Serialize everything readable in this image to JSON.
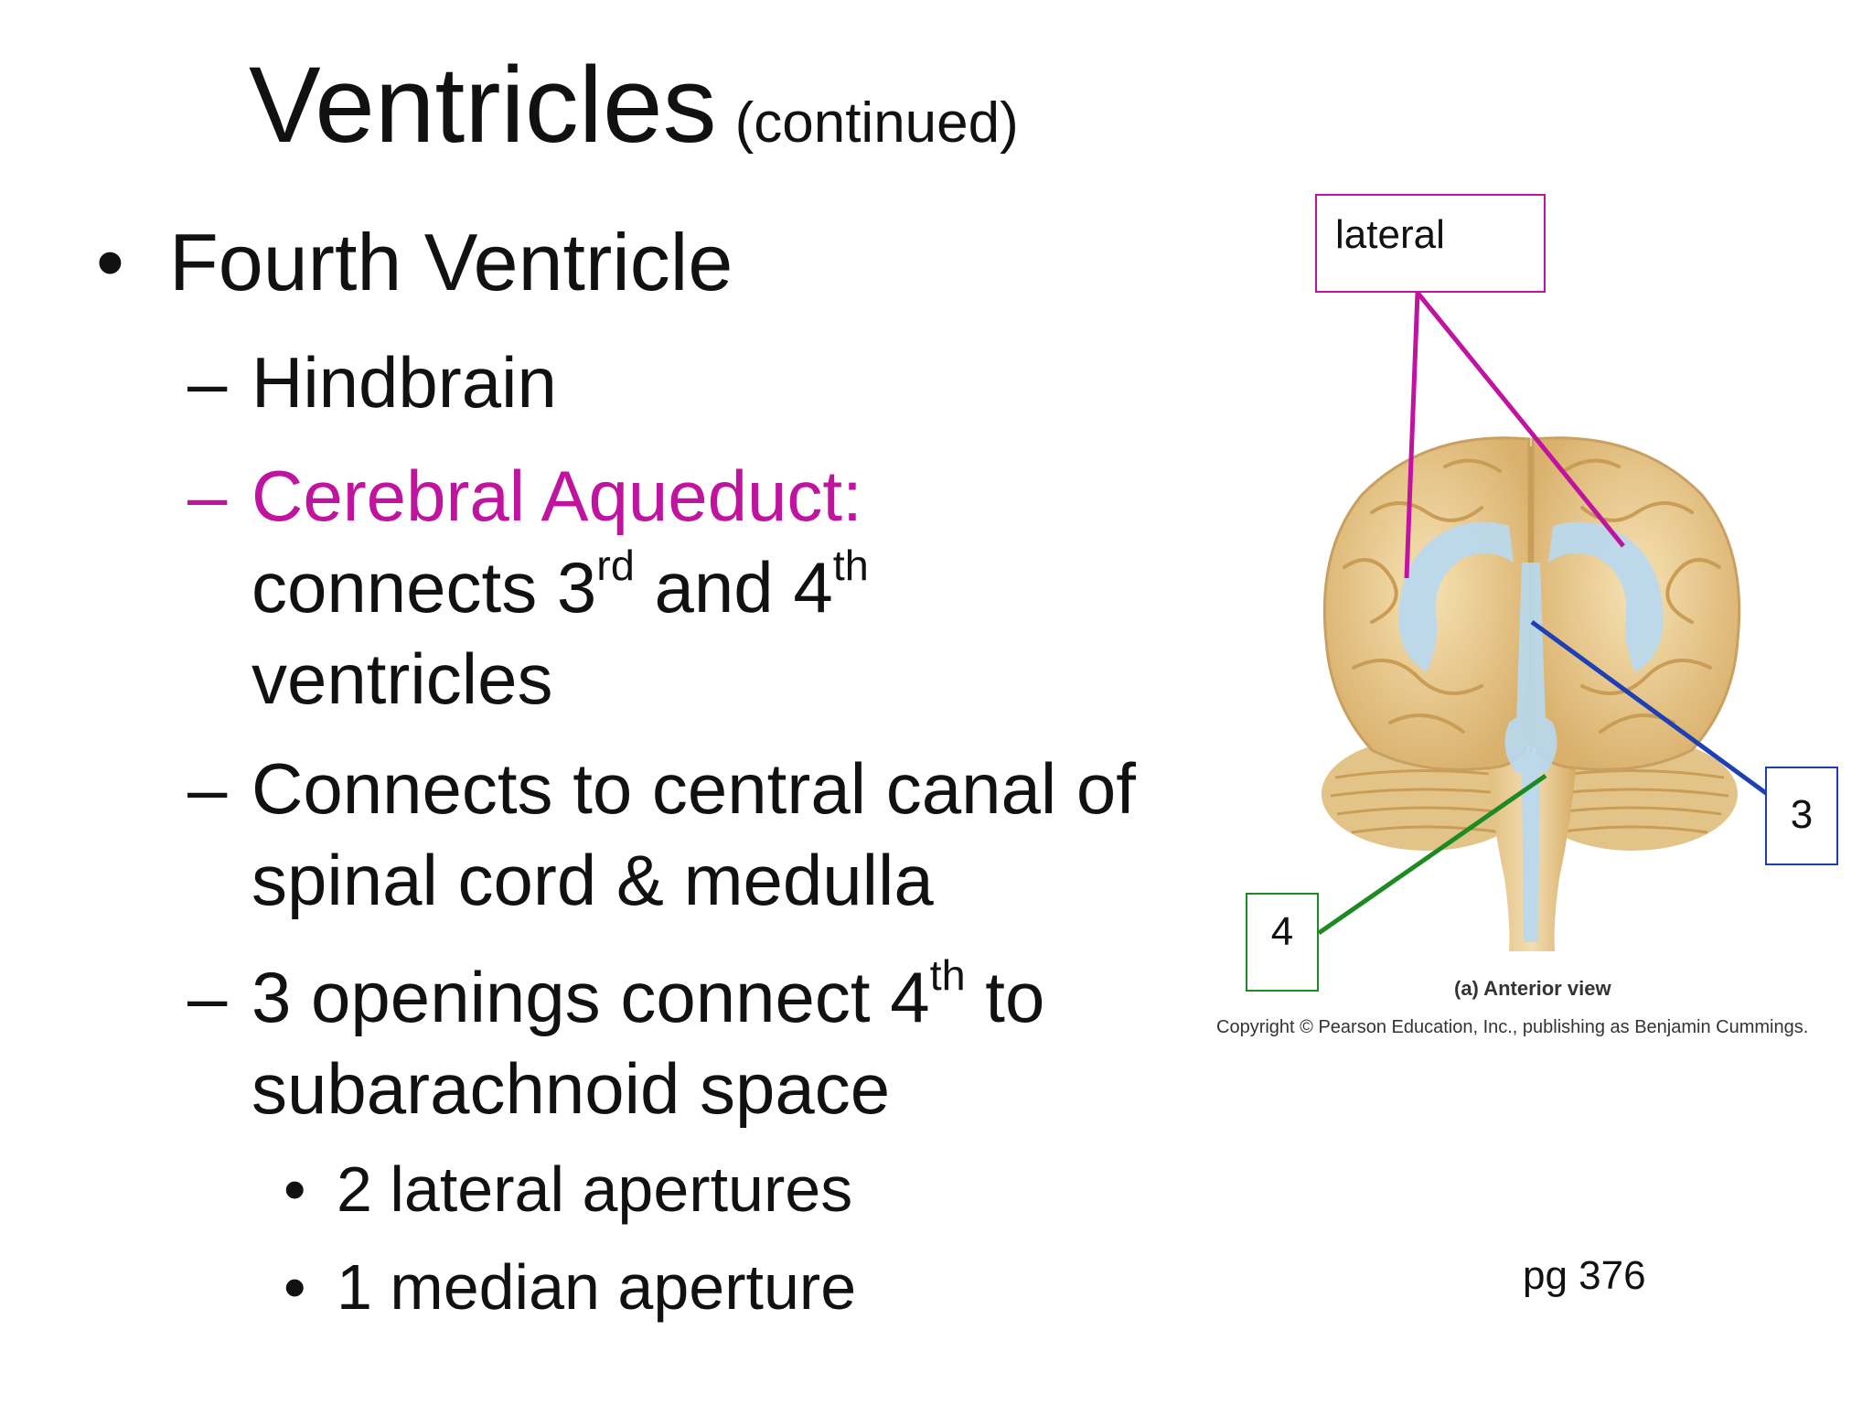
{
  "title": {
    "main": "Ventricles",
    "sub": "(continued)"
  },
  "bullets": {
    "level1": {
      "marker": "•",
      "text": "Fourth Ventricle"
    },
    "hindbrain": {
      "marker": "–",
      "text": "Hindbrain"
    },
    "aqueduct": {
      "marker": "–",
      "heading": "Cerebral Aqueduct:",
      "line1_a": "connects 3",
      "line1_sup1": "rd",
      "line1_b": " and 4",
      "line1_sup2": "th",
      "line2": "ventricles"
    },
    "central_canal": {
      "marker": "–",
      "line1": "Connects to central canal of",
      "line2": "spinal cord & medulla"
    },
    "openings": {
      "marker": "–",
      "line1_a": "3 openings connect 4",
      "line1_sup": "th",
      "line1_b": " to",
      "line2": "subarachnoid space"
    },
    "sub_items": [
      {
        "marker": "•",
        "text": "2 lateral apertures"
      },
      {
        "marker": "•",
        "text": "1 median aperture"
      }
    ]
  },
  "figure": {
    "labels": {
      "lateral": "lateral",
      "third": "3",
      "fourth": "4"
    },
    "caption": "(a) Anterior view",
    "copyright": "Copyright © Pearson Education, Inc., publishing as Benjamin Cummings."
  },
  "page_reference": "pg 376",
  "colors": {
    "highlight": "#c0139f",
    "lateral_line": "#c0139f",
    "third_line": "#1f3fb5",
    "fourth_line": "#1e8a24",
    "brain": "#e8c98f",
    "ventricle": "#b9d9ef"
  }
}
